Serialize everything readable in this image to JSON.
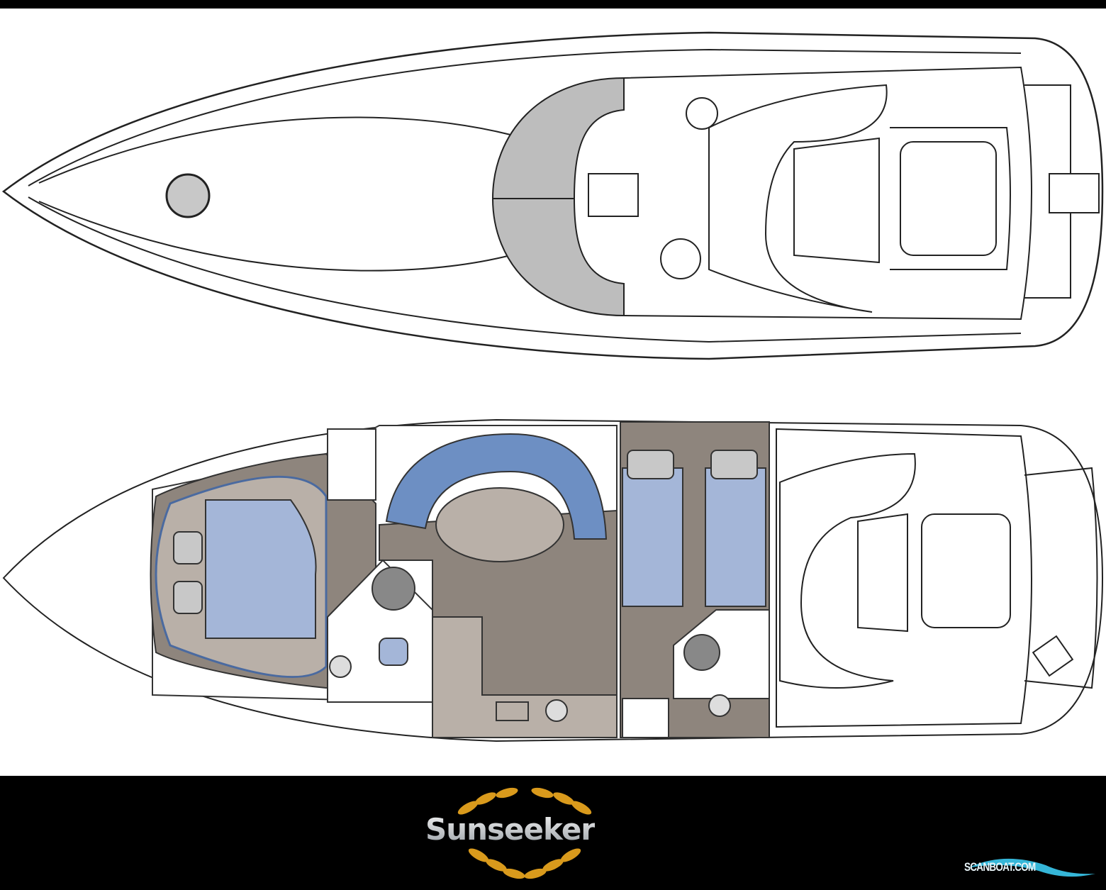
{
  "brand": {
    "name": "Sunseeker",
    "accent": "#d99a1c"
  },
  "watermark": {
    "text": "SCANBOAT.COM",
    "color": "#35b6d8"
  },
  "colors": {
    "hull_line": "#222222",
    "floor": "#8e857d",
    "floor_light": "#b9b0a8",
    "berth": "#a4b6d8",
    "seating": "#6d8fc3"
  },
  "views": [
    "deck-plan",
    "interior-layout"
  ]
}
